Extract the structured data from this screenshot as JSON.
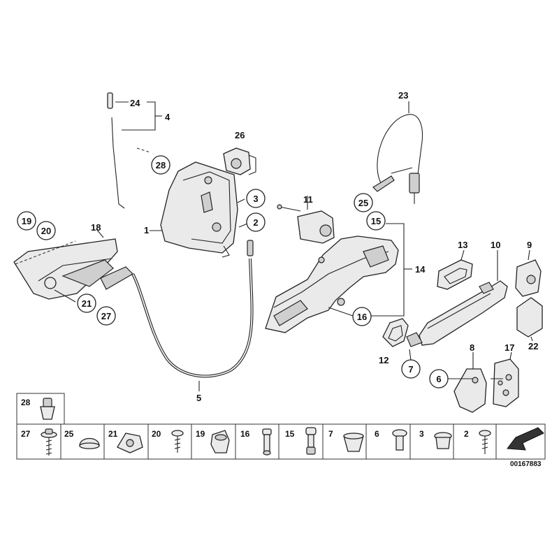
{
  "labels": {
    "l1": "1",
    "l2": "2",
    "l3": "3",
    "l4": "4",
    "l5": "5",
    "l6": "6",
    "l7": "7",
    "l8": "8",
    "l9": "9",
    "l10": "10",
    "l11": "11",
    "l12": "12",
    "l13": "13",
    "l14": "14",
    "l15": "15",
    "l16": "16",
    "l17": "17",
    "l18": "18",
    "l19": "19",
    "l20": "20",
    "l21": "21",
    "l22": "22",
    "l23": "23",
    "l24": "24",
    "l25": "25",
    "l26": "26",
    "l27": "27",
    "l28": "28"
  },
  "legend": {
    "top": "28",
    "cells": [
      "27",
      "25",
      "21",
      "20",
      "19",
      "16",
      "15",
      "7",
      "6",
      "3",
      "2"
    ]
  },
  "reference": "00167883"
}
